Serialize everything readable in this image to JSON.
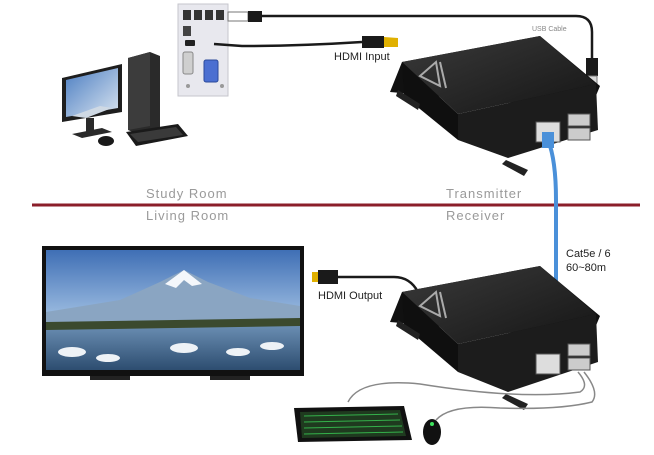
{
  "labels": {
    "usb_cable": "USB Cable",
    "hdmi_input": "HDMI Input",
    "hdmi_output": "HDMI Output",
    "study_room": "Study Room",
    "living_room": "Living Room",
    "transmitter": "Transmitter",
    "receiver": "Receiver",
    "cable_type": "Cat5e / 6",
    "cable_range": "60~80m"
  },
  "colors": {
    "divider": "#8b1e2a",
    "network_cable": "#4a90d9",
    "device_body": "#1c1c1c",
    "cable_dark": "#222222",
    "hdmi_plug": "#e0b000"
  },
  "icons": [
    "desktop-computer-icon",
    "pc-rear-ports-icon",
    "transmitter-box-icon",
    "receiver-box-icon",
    "tv-icon",
    "keyboard-icon",
    "mouse-icon",
    "hdmi-plug-icon",
    "usb-plug-icon",
    "rj45-port-icon"
  ]
}
